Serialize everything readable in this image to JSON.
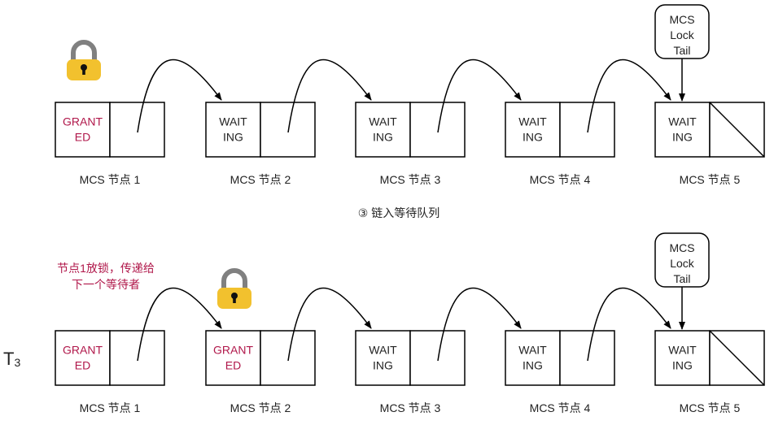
{
  "colors": {
    "granted": "#b0174a",
    "waiting": "#222222",
    "lock_body": "#f2c12e",
    "lock_shackle": "#808080",
    "stroke": "#000000"
  },
  "panels": [
    {
      "nodes": [
        {
          "state_lines": [
            "GRANT",
            "ED"
          ],
          "granted": true,
          "label": "MCS 节点 1"
        },
        {
          "state_lines": [
            "WAIT",
            "ING"
          ],
          "granted": false,
          "label": "MCS 节点 2"
        },
        {
          "state_lines": [
            "WAIT",
            "ING"
          ],
          "granted": false,
          "label": "MCS 节点 3"
        },
        {
          "state_lines": [
            "WAIT",
            "ING"
          ],
          "granted": false,
          "label": "MCS 节点 4"
        },
        {
          "state_lines": [
            "WAIT",
            "ING"
          ],
          "granted": false,
          "label": "MCS 节点 5"
        }
      ],
      "lock_on_node": 0,
      "tail_lines": [
        "MCS",
        "Lock",
        "Tail"
      ],
      "caption": "③   链入等待队列",
      "side_label": "",
      "note_lines": []
    },
    {
      "nodes": [
        {
          "state_lines": [
            "GRANT",
            "ED"
          ],
          "granted": true,
          "label": "MCS 节点 1"
        },
        {
          "state_lines": [
            "GRANT",
            "ED"
          ],
          "granted": true,
          "label": "MCS 节点 2"
        },
        {
          "state_lines": [
            "WAIT",
            "ING"
          ],
          "granted": false,
          "label": "MCS 节点 3"
        },
        {
          "state_lines": [
            "WAIT",
            "ING"
          ],
          "granted": false,
          "label": "MCS 节点 4"
        },
        {
          "state_lines": [
            "WAIT",
            "ING"
          ],
          "granted": false,
          "label": "MCS 节点 5"
        }
      ],
      "lock_on_node": 1,
      "tail_lines": [
        "MCS",
        "Lock",
        "Tail"
      ],
      "caption": "",
      "side_label": "T3",
      "note_lines": [
        "节点1放锁，传递给",
        "下一个等待者"
      ]
    }
  ]
}
